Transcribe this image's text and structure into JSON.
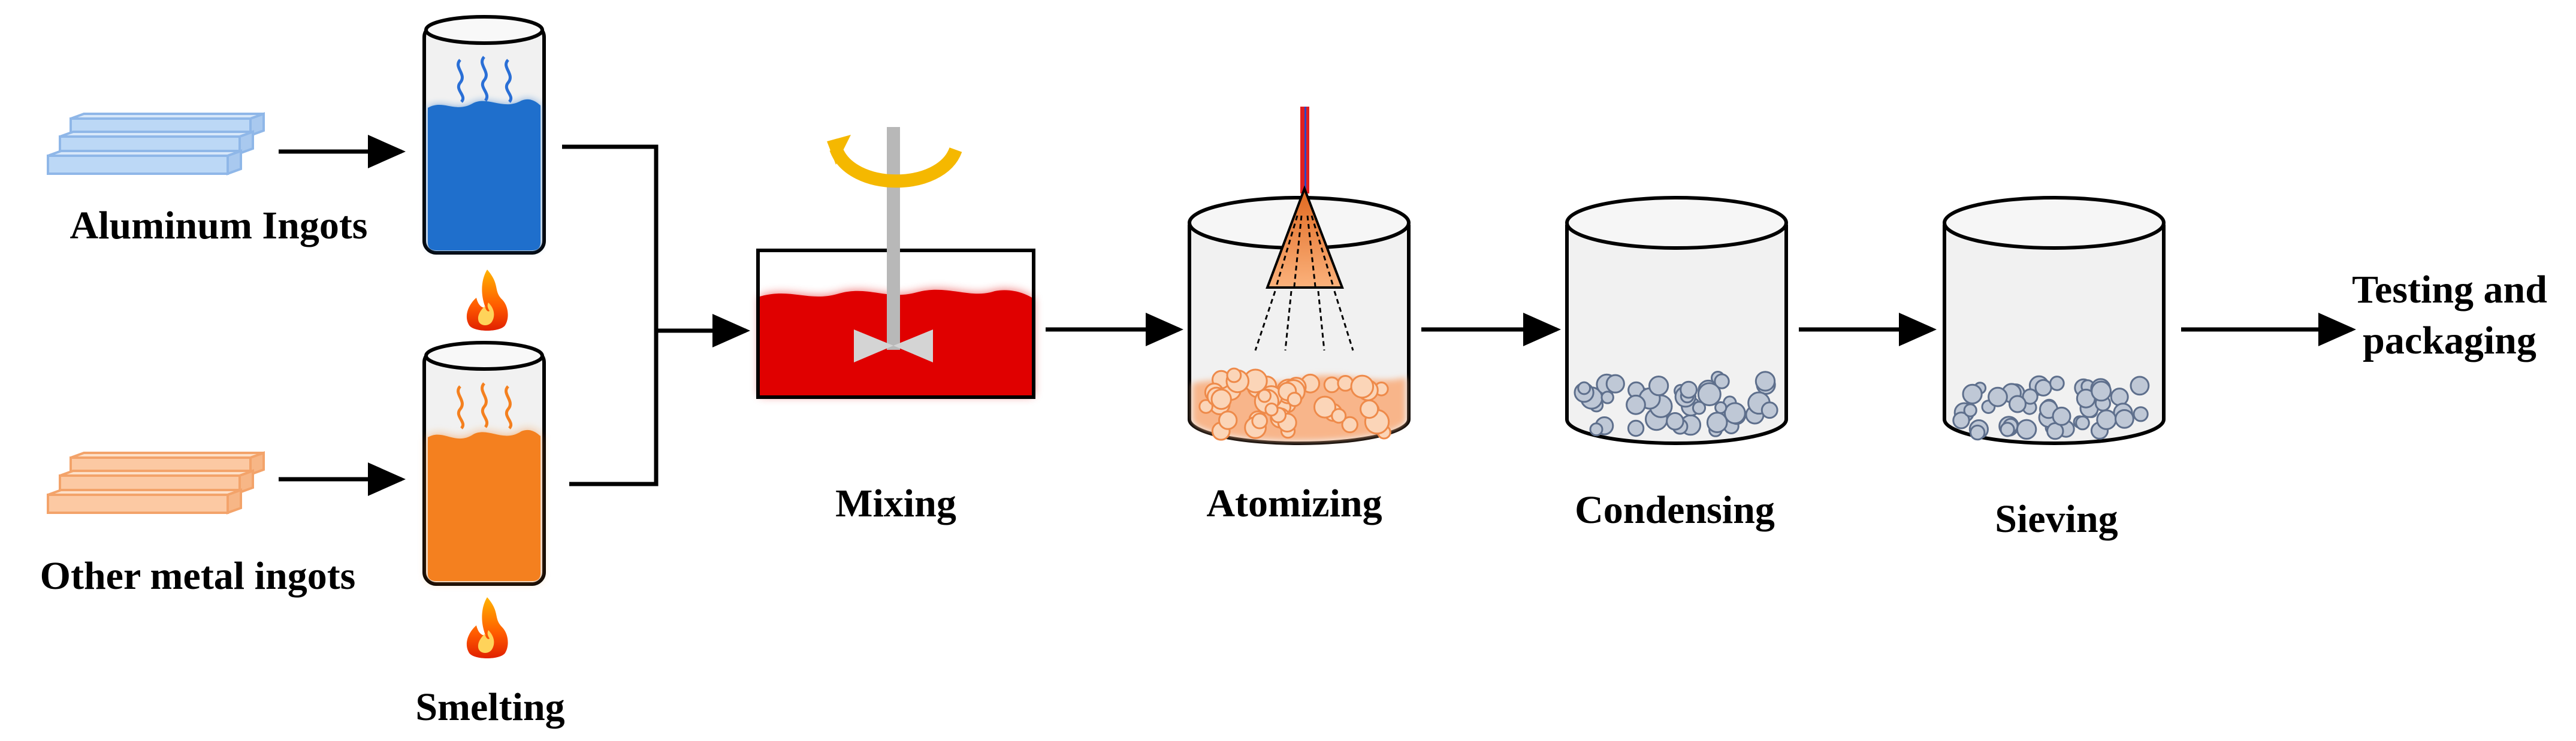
{
  "labels": {
    "aluminum_ingots": "Aluminum Ingots",
    "other_ingots": "Other metal ingots",
    "smelting": "Smelting",
    "mixing": "Mixing",
    "atomizing": "Atomizing",
    "condensing": "Condensing",
    "sieving": "Sieving",
    "testing_line1": "Testing and",
    "testing_line2": "packaging"
  },
  "colors": {
    "aluminum_ingot": "#bcd8f6",
    "other_ingot": "#fcc9a3",
    "aluminum_melt": "#1f6fcc",
    "other_melt": "#f4801f",
    "mixing_melt": "#e00000",
    "atomized_powder": "#f8b58a",
    "cooled_powder": "#9aa8bc",
    "flame": "#ff6a00",
    "stirrer_arrow": "#f5b800",
    "nozzle": "#f07a30",
    "lance_red": "#e02020",
    "lance_blue": "#2a47c8",
    "vessel_fill": "#f1f1f1"
  },
  "icons": [
    "ingot-stack-icon",
    "crucible-icon",
    "flame-icon",
    "mixing-tank-icon",
    "stirrer-icon",
    "rotation-arrow-icon",
    "atomizer-vessel-icon",
    "spray-nozzle-icon",
    "condenser-vessel-icon",
    "sieve-vessel-icon",
    "arrow-icon"
  ]
}
